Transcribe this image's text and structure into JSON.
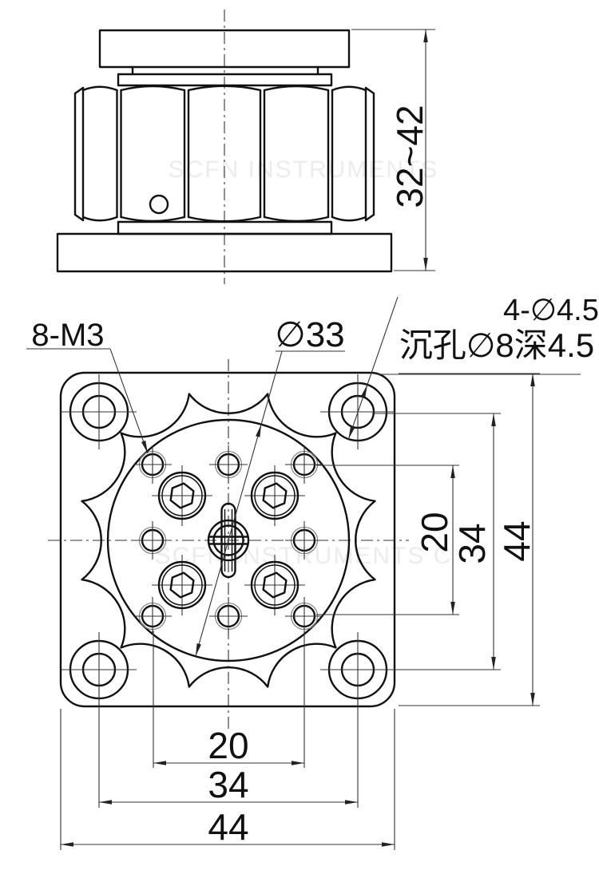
{
  "drawing": {
    "title": "adjustable leveling mount engineering drawing",
    "colors": {
      "ink": "#111111",
      "watermark": "#ececec"
    },
    "watermarks": {
      "top": "SCFN INSTRUMENTS",
      "bottom": "SCFN INSTRUMENTS C"
    },
    "side_view": {
      "height_dim": "32~42"
    },
    "front_view": {
      "notes": {
        "thread": "8-M3",
        "diameter": "∅33",
        "cbore_line1": "4-∅4.5",
        "cbore_line2": "沉孔∅8深4.5"
      },
      "dims_bottom": [
        "20",
        "34",
        "44"
      ],
      "dims_right": [
        "20",
        "34",
        "44"
      ]
    }
  }
}
